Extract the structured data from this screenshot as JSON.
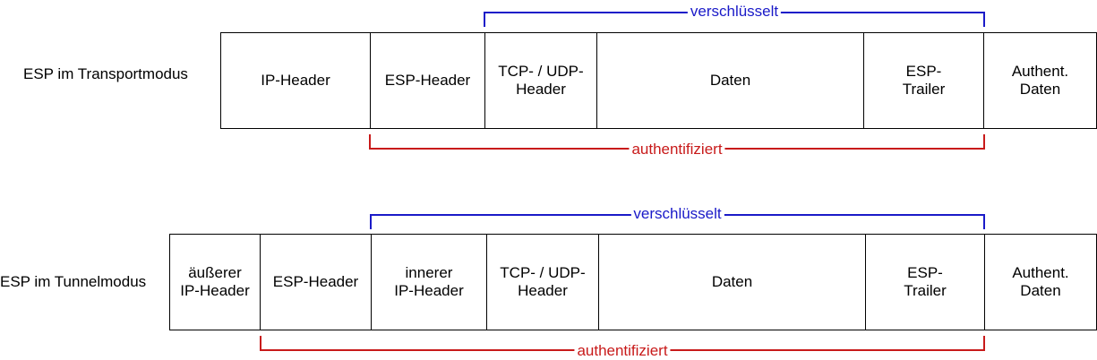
{
  "transport": {
    "label": "ESP im Transportmodus",
    "cells": [
      "IP-Header",
      "ESP-Header",
      "TCP- / UDP-\nHeader",
      "Daten",
      "ESP-\nTrailer",
      "Authent.\nDaten"
    ],
    "encrypted_label": "verschlüsselt",
    "authenticated_label": "authentifiziert"
  },
  "tunnel": {
    "label": "ESP im Tunnelmodus",
    "cells": [
      "äußerer\nIP-Header",
      "ESP-Header",
      "innerer\nIP-Header",
      "TCP- / UDP-\nHeader",
      "Daten",
      "ESP-\nTrailer",
      "Authent.\nDaten"
    ],
    "encrypted_label": "verschlüsselt",
    "authenticated_label": "authentifiziert"
  },
  "colors": {
    "encrypted": "#1a1ac8",
    "authenticated": "#c81a1a"
  }
}
